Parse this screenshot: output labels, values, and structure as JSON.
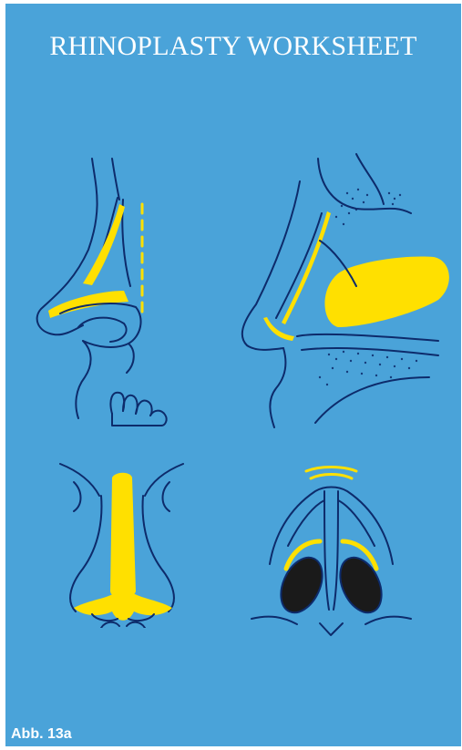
{
  "header": {
    "title": "RHINOPLASTY WORKSHEET"
  },
  "footer": {
    "figure_label": "Abb. 13a"
  },
  "colors": {
    "background": "#4aa3d9",
    "outline": "#0d2b6b",
    "highlight": "#ffe000",
    "shadow": "#1a1a1a"
  },
  "figures": [
    {
      "view": "lateral-profile"
    },
    {
      "view": "lateral-cross-section"
    },
    {
      "view": "frontal"
    },
    {
      "view": "basal"
    }
  ]
}
